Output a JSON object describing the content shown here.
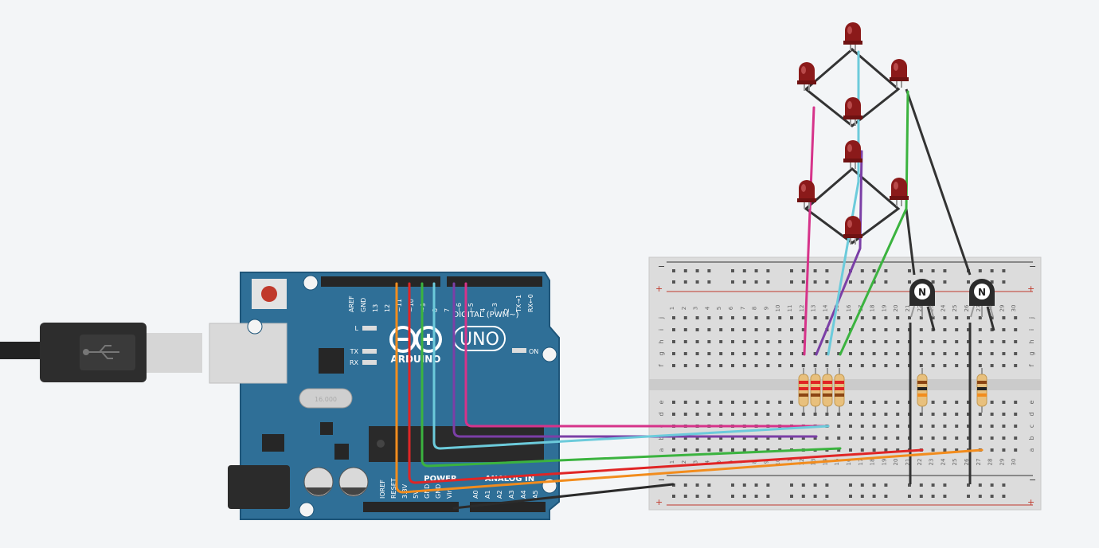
{
  "arduino": {
    "brand": "ARDUINO",
    "model": "UNO",
    "digital_label": "DIGITAL (PWM~)",
    "power_label": "POWER",
    "analog_label": "ANALOG IN",
    "on_label": "ON",
    "led_labels": [
      "L",
      "TX",
      "RX"
    ],
    "digital_pins": [
      "AREF",
      "GND",
      "13",
      "12",
      "~11",
      "~10",
      "~9",
      "8",
      "7",
      "~6",
      "~5",
      "4",
      "~3",
      "2",
      "TX→1",
      "RX←0"
    ],
    "power_pins": [
      "IOREF",
      "RESET",
      "3.3V",
      "5V",
      "GND",
      "GND",
      "Vin"
    ],
    "analog_pins": [
      "A0",
      "A1",
      "A2",
      "A3",
      "A4",
      "A5"
    ],
    "crystal_text": "16.000"
  },
  "breadboard": {
    "columns_top": [
      "1",
      "2",
      "3",
      "4",
      "5",
      "6",
      "7",
      "8",
      "9",
      "10",
      "11",
      "12",
      "13",
      "14",
      "15",
      "16",
      "17",
      "18",
      "19",
      "20",
      "21",
      "22",
      "23",
      "24",
      "25",
      "26",
      "27",
      "28",
      "29",
      "30"
    ],
    "rows_top": [
      "j",
      "i",
      "h",
      "g",
      "f"
    ],
    "rows_bottom": [
      "e",
      "d",
      "c",
      "b",
      "a"
    ],
    "rail_minus": "−",
    "rail_plus": "+"
  },
  "transistor_label": "N",
  "colors": {
    "board": "#2f6f97",
    "wire_magenta": "#d6338a",
    "wire_purple": "#7b3fa6",
    "wire_cyan": "#6ccbdb",
    "wire_green": "#3bb33f",
    "wire_orange": "#f28c1d",
    "wire_red": "#e02525",
    "wire_black": "#2b2b2b",
    "led": "#8b1a1a"
  }
}
